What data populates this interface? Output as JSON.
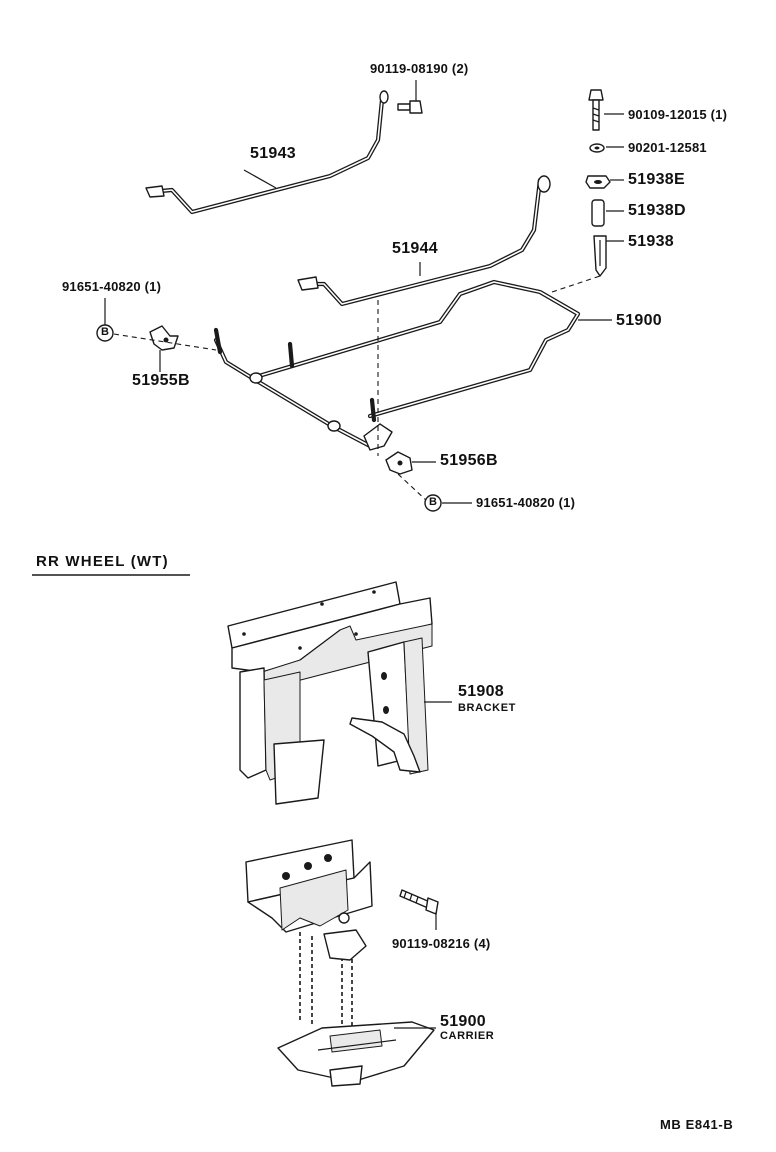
{
  "diagram": {
    "fasteners": {
      "bolt_90119_08190": "90119-08190 (2)",
      "bolt_90109_12015": "90109-12015 (1)",
      "washer_90201_12581": "90201-12581",
      "clip_91651_40820_left": "91651-40820 (1)",
      "clip_91651_40820_right": "91651-40820 (1)",
      "bolt_90119_08216": "90119-08216 (4)"
    },
    "parts": {
      "p51943": "51943",
      "p51944": "51944",
      "p51938E": "51938E",
      "p51938D": "51938D",
      "p51938": "51938",
      "p51900_upper": "51900",
      "p51955B": "51955B",
      "p51956B": "51956B",
      "p51908": "51908",
      "p51908_name": "BRACKET",
      "p51900_lower": "51900",
      "p51900_lower_name": "CARRIER"
    },
    "markers": {
      "clip_symbol": "B"
    },
    "section_title": "RR  WHEEL (WT)",
    "drawing_code": "MB  E841-B"
  }
}
